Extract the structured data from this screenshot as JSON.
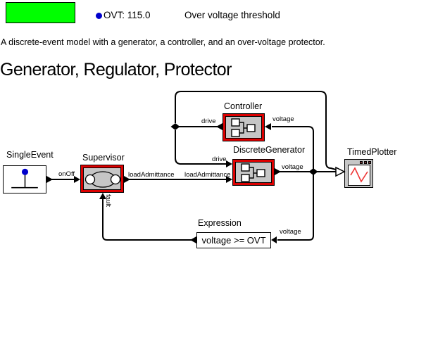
{
  "header": {
    "parameter": "OVT: 115.0",
    "parameter_description": "Over voltage threshold"
  },
  "annotations": {
    "description": "A discrete-event model with a generator, a controller, and an over-voltage protector.",
    "title": "Generator, Regulator, Protector"
  },
  "actors": {
    "single_event": "SingleEvent",
    "supervisor": "Supervisor",
    "controller": "Controller",
    "discrete_generator": "DiscreteGenerator",
    "timed_plotter": "TimedPlotter",
    "expression": "Expression",
    "expression_value": "voltage >= OVT"
  },
  "ports": {
    "on_off": "onOff",
    "load_admittance_out": "loadAdmittance",
    "load_admittance_in": "loadAdmittance",
    "drive_controller": "drive",
    "drive_generator": "drive",
    "voltage_controller": "voltage",
    "voltage_generator": "voltage",
    "voltage_expression": "voltage",
    "fault": "fault"
  },
  "colors": {
    "annotation_swatch": "#00ff00",
    "parameter_dot": "#0000cc",
    "composite_border": "#dd0000",
    "actor_fill": "#c6c6c6",
    "plot_line": "#ee3333",
    "wire": "#000000"
  }
}
